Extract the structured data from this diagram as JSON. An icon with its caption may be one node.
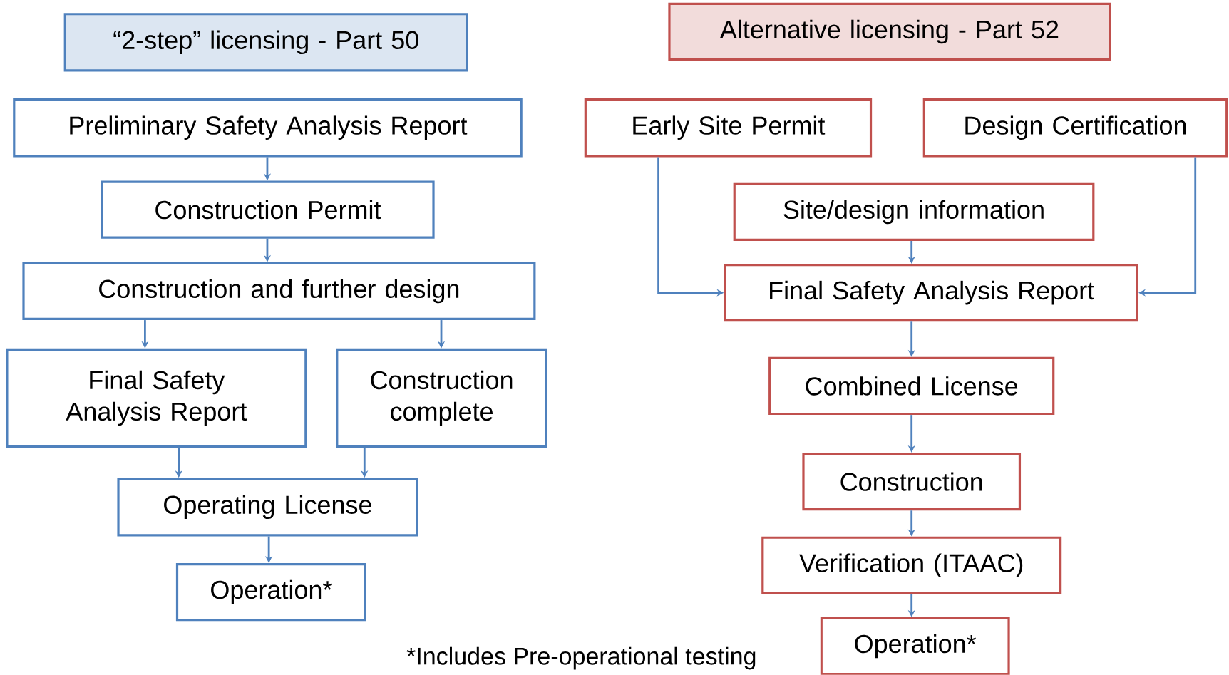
{
  "diagram": {
    "nodes": [
      {
        "text": [
          "“2-step” licensing - Part 50"
        ]
      },
      {
        "text": [
          "Alternative licensing - Part 52"
        ]
      },
      {
        "text": [
          "Preliminary Safety Analysis Report"
        ]
      },
      {
        "text": [
          "Construction Permit"
        ]
      },
      {
        "text": [
          "Construction and further design"
        ]
      },
      {
        "text": [
          "Final Safety Analysis Report"
        ]
      },
      {
        "text": [
          "Construction complete"
        ]
      },
      {
        "text": [
          "Operating License"
        ]
      },
      {
        "text": [
          "Operation*"
        ]
      },
      {
        "text": [
          "Early Site Permit"
        ]
      },
      {
        "text": [
          "Design Certification"
        ]
      },
      {
        "text": [
          "Site/design information"
        ]
      },
      {
        "text": [
          "Final Safety Analysis Report"
        ]
      },
      {
        "text": [
          "Combined License"
        ]
      },
      {
        "text": [
          "Construction"
        ]
      },
      {
        "text": [
          "Verification (ITAAC)"
        ]
      },
      {
        "text": [
          "Operation*"
        ]
      }
    ],
    "edges": [
      {
        "from": 2,
        "to": 3,
        "arrow": "to"
      },
      {
        "from": 3,
        "to": 4,
        "arrow": "to"
      },
      {
        "from": 4,
        "to": 5,
        "arrow": "to"
      },
      {
        "from": 4,
        "to": 6,
        "arrow": "to"
      },
      {
        "from": 5,
        "to": 7,
        "arrow": "to"
      },
      {
        "from": 6,
        "to": 7,
        "arrow": "to"
      },
      {
        "from": 7,
        "to": 8,
        "arrow": "to"
      },
      {
        "from": 9,
        "to": 12,
        "arrow": "to"
      },
      {
        "from": 10,
        "to": 12,
        "arrow": "to"
      },
      {
        "from": 11,
        "to": 12,
        "arrow": "to"
      },
      {
        "from": 12,
        "to": 13,
        "arrow": "to"
      },
      {
        "from": 13,
        "to": 14,
        "arrow": "to"
      },
      {
        "from": 14,
        "to": 15,
        "arrow": "to"
      },
      {
        "from": 15,
        "to": 16,
        "arrow": "to"
      }
    ],
    "labels": [
      "*Includes Pre-operational testing"
    ]
  }
}
